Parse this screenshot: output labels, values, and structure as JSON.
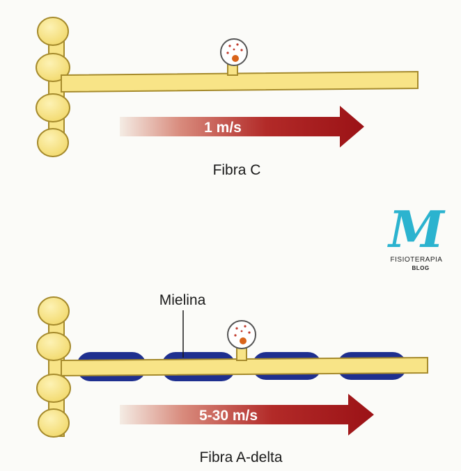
{
  "top_panel": {
    "speed_label": "1 m/s",
    "caption": "Fibra C"
  },
  "bottom_panel": {
    "myelin_label": "Mielina",
    "speed_label": "5-30 m/s",
    "caption": "Fibra A-delta"
  },
  "logo": {
    "mark": "M",
    "line1": "FISIOTERAPIA",
    "line2": "BLOG",
    "color": "#2bb3cf"
  },
  "colors": {
    "axon_fill": "#f8e487",
    "axon_stroke": "#a58a2c",
    "myelin": "#1e2f8f",
    "arrow_dark": "#9b1216",
    "cell_dot": "#d9641a"
  }
}
